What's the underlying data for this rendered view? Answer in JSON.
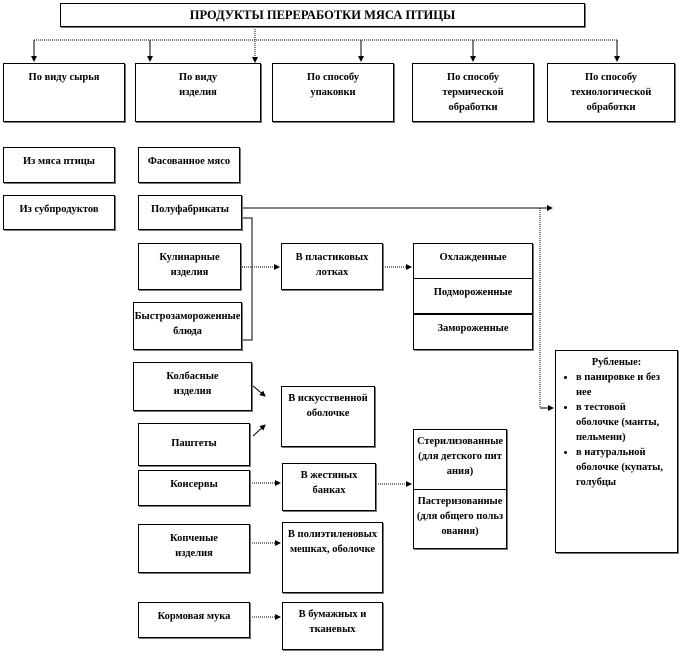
{
  "title": "ПРОДУКТЫ ПЕРЕРАБОТКИ МЯСА ПТИЦЫ",
  "categories": [
    "По виду сырья",
    "По виду изделия",
    "По способу упаковки",
    "По способу термической обработки",
    "По способу технологической обработки"
  ],
  "raw": [
    "Из мяса птицы",
    "Из субпродуктов"
  ],
  "products": [
    "Фасованное мясо",
    "Полуфабрикаты",
    "Кулинарные изделия",
    "Быстрозамороженные блюда",
    "Колбасные изделия",
    "Паштеты",
    "Консервы",
    "Копченые изделия",
    "Кормовая мука"
  ],
  "packaging": [
    "В пластиковых лотках",
    "В искусственной оболочке",
    "В жестяных банках",
    "В полиэтиленовых мешках, оболочке",
    "В бумажных и тканевых"
  ],
  "thermal": [
    "Охлажденные",
    "Подмороженные",
    "Замороженные",
    "Стерилизованные (для детского питания)",
    "Пастеризованные (для общего пользования)"
  ],
  "tech": {
    "title": "Рубленые:",
    "items": [
      "в панировке и без нее",
      "в тестовой оболочке (манты, пельмени)",
      "в натуральной оболочке (купаты, голубцы"
    ]
  }
}
